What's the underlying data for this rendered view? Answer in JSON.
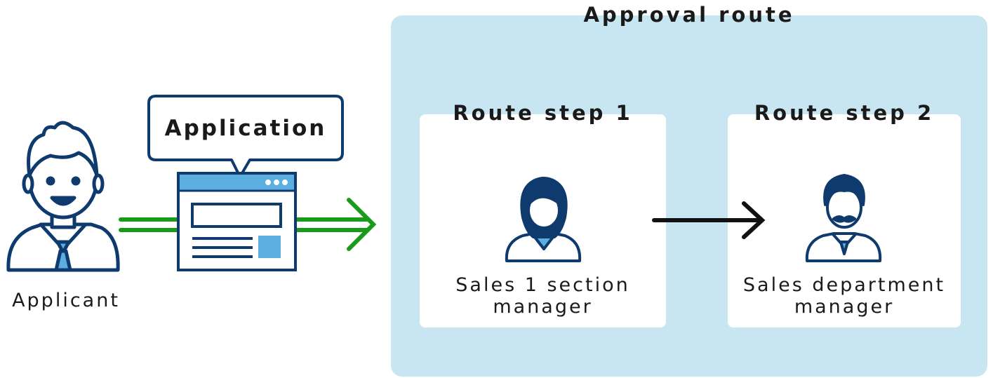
{
  "route": {
    "title": "Approval route"
  },
  "steps": [
    {
      "title": "Route step 1",
      "role_lines": [
        "Sales 1 section",
        "manager"
      ]
    },
    {
      "title": "Route step 2",
      "role_lines": [
        "Sales department",
        "manager"
      ]
    }
  ],
  "applicant": {
    "label": "Applicant"
  },
  "document": {
    "bubble_text": "Application"
  },
  "colors": {
    "panel": "#c8e5f2",
    "card": "#ffffff",
    "figure_outline": "#0e3a6e",
    "document_accent": "#5aaee0",
    "flow_arrow": "#1a9a1a",
    "step_arrow": "#111111"
  },
  "icons": [
    "applicant-person-icon",
    "application-document-icon",
    "female-manager-icon",
    "male-manager-icon"
  ]
}
